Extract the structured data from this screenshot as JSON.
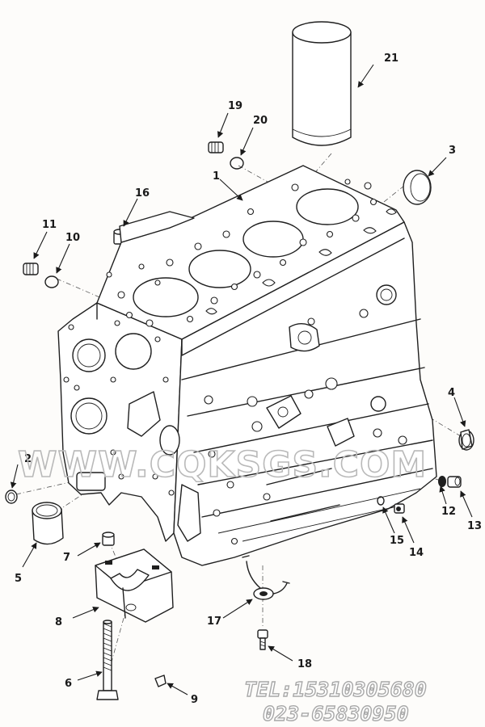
{
  "watermark": "WWW.CQKSGS.COM",
  "contact": {
    "tel": "TEL:15310305680",
    "phone2": "023-65830950"
  },
  "diagram": {
    "part_numbers": [
      {
        "id": "1"
      },
      {
        "id": "2"
      },
      {
        "id": "3"
      },
      {
        "id": "4"
      },
      {
        "id": "5"
      },
      {
        "id": "6"
      },
      {
        "id": "7"
      },
      {
        "id": "8"
      },
      {
        "id": "9"
      },
      {
        "id": "10"
      },
      {
        "id": "11"
      },
      {
        "id": "12"
      },
      {
        "id": "13"
      },
      {
        "id": "14"
      },
      {
        "id": "15"
      },
      {
        "id": "16"
      },
      {
        "id": "17"
      },
      {
        "id": "18"
      },
      {
        "id": "19"
      },
      {
        "id": "20"
      },
      {
        "id": "21"
      }
    ],
    "colors": {
      "ink": "#1f1f1f",
      "watermark": "#b9b9b9",
      "background": "#fdfcfa"
    }
  }
}
